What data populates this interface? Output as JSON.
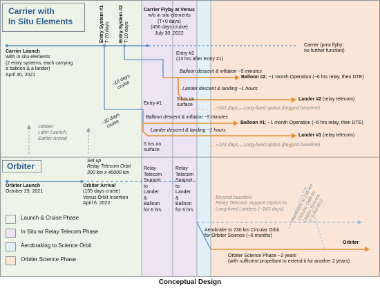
{
  "panels": {
    "carrier_title_line1": "Carrier with",
    "carrier_title_line2": "In Situ Elements",
    "orbiter_title": "Orbiter"
  },
  "carrier": {
    "launch_title": "Carrier Launch",
    "launch_l1": "With in situ elements",
    "launch_l2": "(2 entry systems, each carrying",
    "launch_l3": "a balloon & a lander)",
    "launch_date": "April 30, 2021",
    "entry1_label": "Entry System #1",
    "entry1_time": "T-20 days",
    "entry2_label": "Entry System #2",
    "entry2_time": "T-10 days",
    "cruise10": "~10 days",
    "cruise10b": "cruise",
    "cruise20": "~20 days",
    "cruise20b": "cruise",
    "flyby_title": "Carrier Flyby at Venus",
    "flyby_l1": "w/o in situ elements",
    "flyby_l2": "(T+0 days)",
    "flyby_l3": "(456 days cruise)",
    "flyby_date": "July 30, 2022",
    "post_flyby_l1": "Carrier (post flyby;",
    "post_flyby_l2": "no further function)"
  },
  "entry2": {
    "title": "Entry #2",
    "subtitle": "(13 hrs after Entry #1)",
    "balloon_descent": "Balloon descent & inflation ~5 minutes",
    "lander_descent": "Lander descent & landing ~1 hours",
    "hrs_on_surface_1": "5 hrs on",
    "hrs_on_surface_2": "surface",
    "balloon_result_bold": "Balloon #2",
    "balloon_result": "; ~1 month Operation (~6 hrs relay, then DTE)",
    "lander_result_bold": "Lander #2",
    "lander_result": " (relay telecom)",
    "long_lived": "~243 days – Long-lived option (beyond baseline)"
  },
  "entry1": {
    "title": "Entry #1",
    "balloon_descent": "Balloon descent & inflation ~5 minutes",
    "lander_descent": "Lander descent & landing ~1 hours",
    "hrs_on_surface_1": "5 hrs on",
    "hrs_on_surface_2": "surface",
    "balloon_result_bold": "Balloon #1",
    "balloon_result": "; ~1 month Operation (~6 hrs relay, then DTE)",
    "lander_result_bold": "Lander #1",
    "lander_result": " (relay telecom)",
    "long_lived": "~243 days – Long-lived option (beyond baseline)"
  },
  "orbiter_note": {
    "l1": "Orbiter:",
    "l2": "Later Launch;",
    "l3": "Earlier Arrival"
  },
  "orbiter": {
    "launch_title": "Orbiter Launch",
    "launch_date": "October 29, 2021",
    "setup_l1": "Set up",
    "setup_l2": "Relay Telecom Orbit",
    "setup_l3": "300 km x 40000 km",
    "arrival_title": "Orbiter Arrival",
    "arrival_l1": "(159 days cruise)",
    "arrival_l2": "Venus Orbit Insertion",
    "arrival_date": "April 6, 2022",
    "relay1": [
      "Relay",
      "Telecom",
      "Support",
      "to",
      "Lander",
      "&",
      "Balloon",
      "for 6 hrs"
    ],
    "relay2": [
      "Relay",
      "Telecom",
      "Support",
      "to",
      "Lander",
      "&",
      "Balloon",
      "for 6 hrs"
    ],
    "beyond_l1": "Beyond baseline:",
    "beyond_l2": "Relay Telecom Support Option to",
    "beyond_l3": "Long-lived Landers (~243 days)",
    "aero_l1": "Aerobrake to 230 km Circular Orbit",
    "aero_l2": "for Orbiter Science  (~6 months)",
    "diag_l1": "Aerobrake to 230 km",
    "diag_l2": "Circular Orbit for",
    "diag_l3": "Orbiter Science",
    "diag_l4": "(~6 months)",
    "science_l1": "Orbiter Science Phase ~2 years",
    "science_l2": "(with sufficient propellant to extend it for another 2 years)",
    "end_label": "Orbiter"
  },
  "legend": [
    {
      "label": "Launch & Cruise Phase",
      "color": "#eef3e8"
    },
    {
      "label": "In Situ w/ Relay Telecom Phase",
      "color": "#ece4f3"
    },
    {
      "label": "Aerobraking to Science Orbit",
      "color": "#e3f0f8"
    },
    {
      "label": "Orbiter Science Phase",
      "color": "#fbe5d6"
    }
  ],
  "caption": "Conceptual Design",
  "colors": {
    "launch_cruise": "#eef3e8",
    "insitu": "#ece4f3",
    "aerobrake": "#e3f0f8",
    "science": "#fbe5d6",
    "timeline_blue": "#5b8fc0",
    "orange": "#e8902e",
    "light_orange": "#f3c58f"
  }
}
